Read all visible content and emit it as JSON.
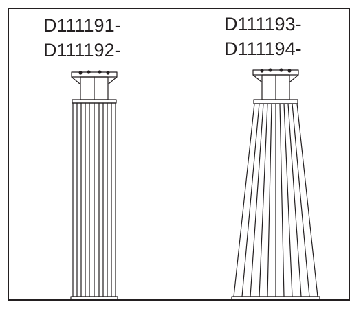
{
  "left_column": {
    "code_1": "D111191-",
    "code_2": "D111192-"
  },
  "right_column": {
    "code_1": "D111193-",
    "code_2": "D111194-"
  },
  "colors": {
    "stroke": "#231f20",
    "background": "#ffffff"
  }
}
